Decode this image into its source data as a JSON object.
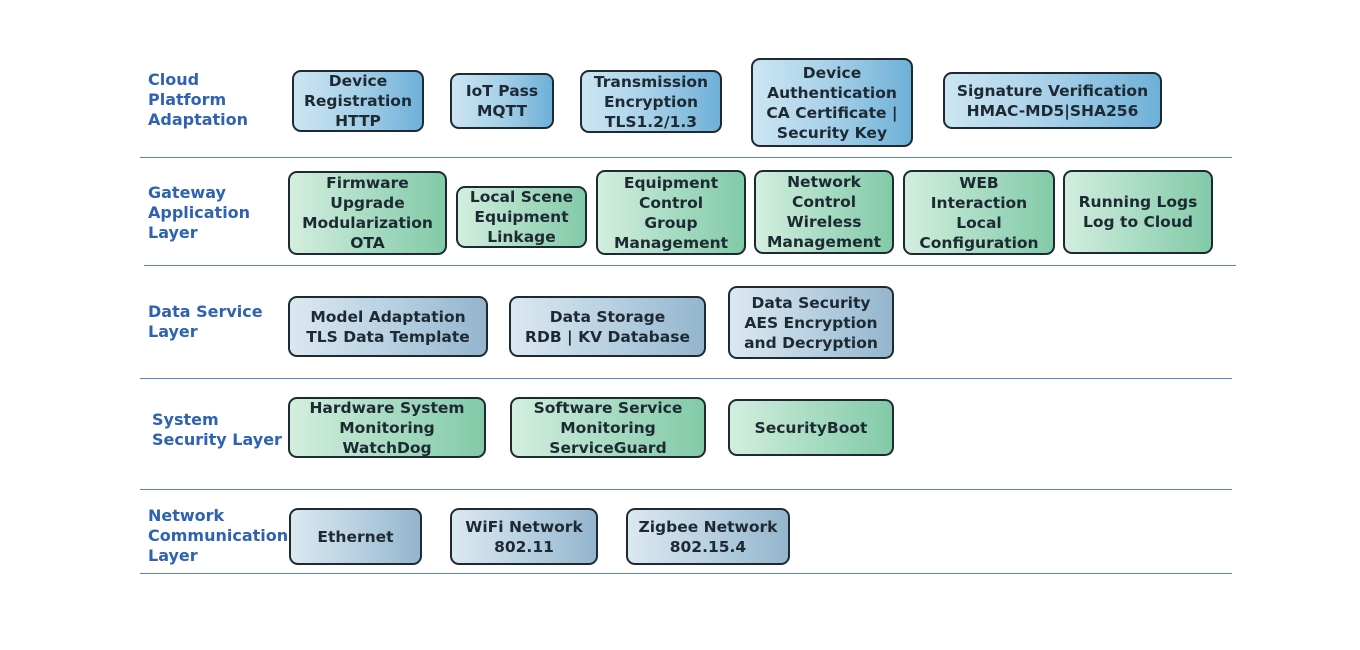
{
  "layers": [
    {
      "label": "Cloud\nPlatform\nAdaptation",
      "color_style": "blue",
      "boxes": [
        "Device\nRegistration\nHTTP",
        "IoT Pass\nMQTT",
        "Transmission\nEncryption\nTLS1.2/1.3",
        "Device\nAuthentication\nCA Certificate |\nSecurity Key",
        "Signature Verification\nHMAC-MD5|SHA256"
      ]
    },
    {
      "label": "Gateway\nApplication\nLayer",
      "color_style": "green",
      "boxes": [
        "Firmware\nUpgrade\nModularization\nOTA",
        "Local Scene\nEquipment\nLinkage",
        "Equipment\nControl\nGroup\nManagement",
        "Network\nControl\nWireless\nManagement",
        "WEB\nInteraction\nLocal\nConfiguration",
        "Running Logs\nLog to Cloud"
      ]
    },
    {
      "label": "Data Service\nLayer",
      "color_style": "steel",
      "boxes": [
        "Model Adaptation\nTLS Data Template",
        "Data Storage\nRDB | KV Database",
        "Data Security\nAES Encryption\nand Decryption"
      ]
    },
    {
      "label": "System\nSecurity Layer",
      "color_style": "green",
      "boxes": [
        "Hardware System\nMonitoring\nWatchDog",
        "Software Service\nMonitoring\nServiceGuard",
        "SecurityBoot"
      ]
    },
    {
      "label": "Network\nCommunication\nLayer",
      "color_style": "steel",
      "boxes": [
        "Ethernet",
        "WiFi Network\n802.11",
        "Zigbee Network\n802.15.4"
      ]
    }
  ],
  "colors": {
    "label_text": "#2f62b3",
    "divider": "#5b7fc9",
    "box_border": "#1e2a33",
    "box_text": "#1e2a33"
  }
}
